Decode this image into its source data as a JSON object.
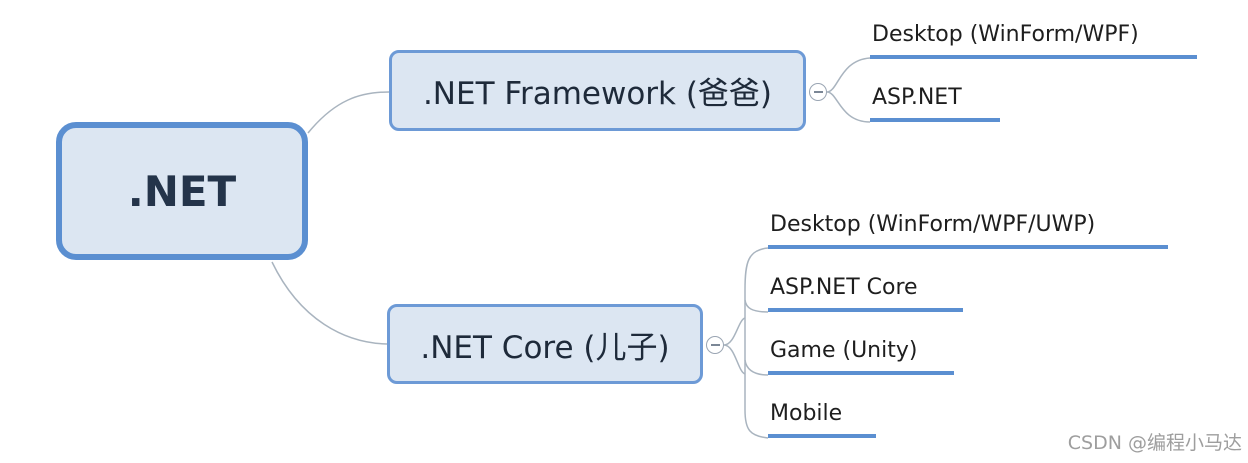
{
  "root": {
    "label": ".NET"
  },
  "branches": [
    {
      "label": ".NET Framework (爸爸)",
      "children": [
        "Desktop (WinForm/WPF)",
        "ASP.NET"
      ]
    },
    {
      "label": ".NET Core (儿子)",
      "children": [
        "Desktop (WinForm/WPF/UWP)",
        "ASP.NET Core",
        "Game (Unity)",
        "Mobile"
      ]
    }
  ],
  "watermark": "CSDN @编程小马达",
  "colors": {
    "node_fill": "#dce6f2",
    "node_border": "#5b8fd1",
    "underline": "#5b8fd1",
    "connector": "#a9b4bf"
  }
}
